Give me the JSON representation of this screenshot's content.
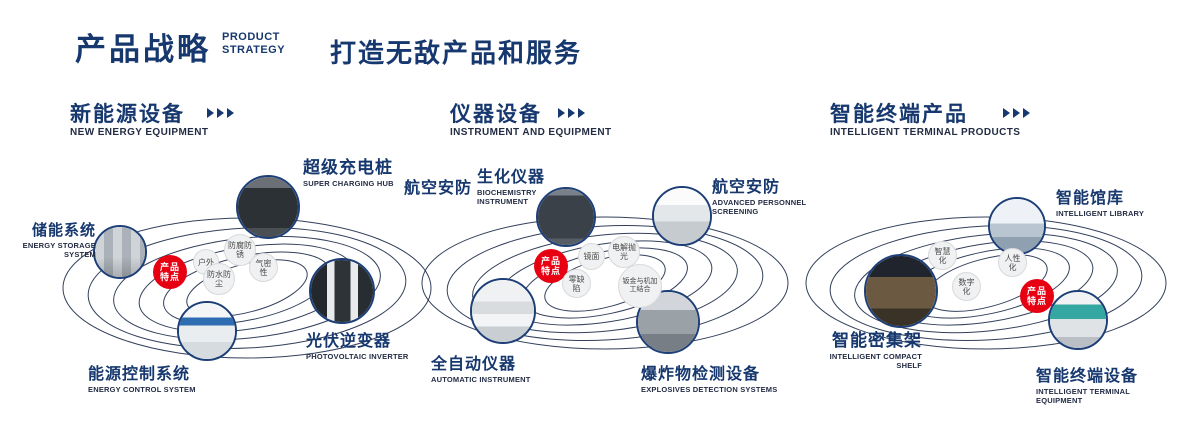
{
  "header": {
    "title_zh": "产品战略",
    "title_en_line1": "PRODUCT",
    "title_en_line2": "STRATEGY",
    "slogan": "打造无敌产品和服务"
  },
  "badge": {
    "line1": "产品",
    "line2": "特点"
  },
  "sections": [
    {
      "title_zh": "新能源设备",
      "title_en": "NEW ENERGY EQUIPMENT",
      "features": [
        "户外",
        "防腐防锈",
        "防水防尘",
        "气密性"
      ],
      "products": [
        {
          "zh": "储能系统",
          "en": "ENERGY STORAGE SYSTEM"
        },
        {
          "zh": "超级充电桩",
          "en": "SUPER CHARGING HUB"
        },
        {
          "zh": "光伏逆变器",
          "en": "PHOTOVOLTAIC INVERTER"
        },
        {
          "zh": "能源控制系统",
          "en": "ENERGY CONTROL SYSTEM"
        }
      ]
    },
    {
      "title_zh": "仪器设备",
      "title_en": "INSTRUMENT AND EQUIPMENT",
      "features": [
        "镜面",
        "电解抛光",
        "零缺陷",
        "钣金与机加工结合"
      ],
      "products": [
        {
          "zh": "航空安防",
          "en": ""
        },
        {
          "zh": "生化仪器",
          "en": "BIOCHEMISTRY INSTRUMENT"
        },
        {
          "zh": "航空安防",
          "en": "ADVANCED PERSONNEL SCREENING"
        },
        {
          "zh": "全自动仪器",
          "en": "AUTOMATIC INSTRUMENT"
        },
        {
          "zh": "爆炸物检测设备",
          "en": "EXPLOSIVES DETECTION SYSTEMS"
        }
      ]
    },
    {
      "title_zh": "智能终端产品",
      "title_en": "INTELLIGENT TERMINAL PRODUCTS",
      "features": [
        "智慧化",
        "人性化",
        "数字化"
      ],
      "products": [
        {
          "zh": "智能馆库",
          "en": "INTELLIGENT LIBRARY"
        },
        {
          "zh": "智能密集架",
          "en": "INTELLIGENT COMPACT SHELF"
        },
        {
          "zh": "智能终端设备",
          "en": "INTELLIGENT TERMINAL EQUIPMENT"
        }
      ]
    }
  ],
  "colors": {
    "navy": "#16386e",
    "dark": "#232c44",
    "red": "#e60012",
    "ring": "#1d2b4a",
    "bubble_bg": "#f0f1f2",
    "bubble_border": "#d8d9da",
    "bubble_text": "#4a4a4a"
  }
}
